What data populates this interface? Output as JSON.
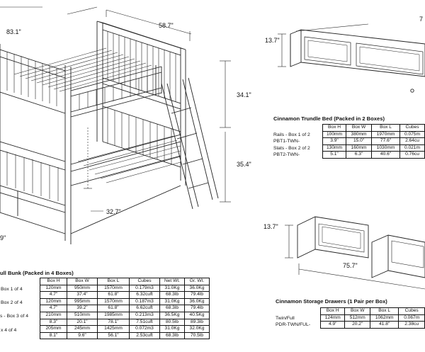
{
  "bunk_dimensions": {
    "width": "58.7\"",
    "length": "83.1\"",
    "upper_height": "34.1\"",
    "lower_height": "35.4\"",
    "ladder_offset": "32.7\"",
    "bottom_left": "9\""
  },
  "trundle_dimensions": {
    "height": "13.7\"",
    "length": "7"
  },
  "drawer_dimensions": {
    "height": "13.7\"",
    "length": "75.7\""
  },
  "trundle_table": {
    "title": "Cinnamon Trundle Bed (Packed in 2 Boxes)",
    "headers": [
      "Box H",
      "Box W",
      "Box L",
      "Cubes"
    ],
    "rows": [
      {
        "label": "Rails - Box 1 of 2",
        "cells": [
          "100mm",
          "380mm",
          "1970mm",
          "0.075m"
        ]
      },
      {
        "label": "PBT1-TWN-",
        "cells": [
          "3.9\"",
          "15.0\"",
          "77.6\"",
          "2.64cu"
        ]
      },
      {
        "label": "Slats - Box 2 of 2",
        "cells": [
          "130mm",
          "160mm",
          "1030mm",
          "0.021m"
        ]
      },
      {
        "label": "PBT2-TWN-",
        "cells": [
          "5.1\"",
          "6.3\"",
          "40.6\"",
          "0.76cu"
        ]
      }
    ]
  },
  "bunk_table": {
    "title": "ull Bunk (Packed in 4 Boxes)",
    "headers": [
      "Box H",
      "Box W",
      "Box L",
      "Cubes",
      "Net Wt.",
      "Gr. Wt."
    ],
    "row_labels": [
      "Box 1 of 4",
      "Box 2 of 4",
      "s - Box 3 of 4",
      "x 4 of 4"
    ],
    "rows": [
      [
        "120mm",
        "950mm",
        "1570mm",
        "0.179m3",
        "31.0Kg",
        "36.0Kg"
      ],
      [
        "4.7\"",
        "37.4\"",
        "61.8\"",
        "6.32cuft",
        "68.3lb",
        "79.4lb"
      ],
      [
        "120mm",
        "995mm",
        "1570mm",
        "0.187m3",
        "31.0Kg",
        "36.0Kg"
      ],
      [
        "4.7\"",
        "39.2\"",
        "61.8\"",
        "6.62cuft",
        "68.3lb",
        "79.4lb"
      ],
      [
        "210mm",
        "510mm",
        "1985mm",
        "0.213m3",
        "36.5Kg",
        "40.5Kg"
      ],
      [
        "8.3\"",
        "20.1\"",
        "78.1\"",
        "7.51cuft",
        "80.5lb",
        "89.3lb"
      ],
      [
        "205mm",
        "245mm",
        "1425mm",
        "0.072m3",
        "31.0Kg",
        "32.0Kg"
      ],
      [
        "8.1\"",
        "9.6\"",
        "56.1\"",
        "2.53cuft",
        "68.3lb",
        "70.5lb"
      ]
    ]
  },
  "drawer_table": {
    "title": "Cinnamon Storage Drawers (1 Pair per Box)",
    "headers": [
      "Box H",
      "Box W",
      "Box L",
      "Cubes"
    ],
    "rows": [
      {
        "label": "Twin/Full",
        "cells": [
          "124mm",
          "512mm",
          "1062mm",
          "0.067m"
        ]
      },
      {
        "label": "PDR-TWN/FUL-",
        "cells": [
          "4.9\"",
          "20.2\"",
          "41.8\"",
          "2.38cu"
        ]
      }
    ]
  }
}
